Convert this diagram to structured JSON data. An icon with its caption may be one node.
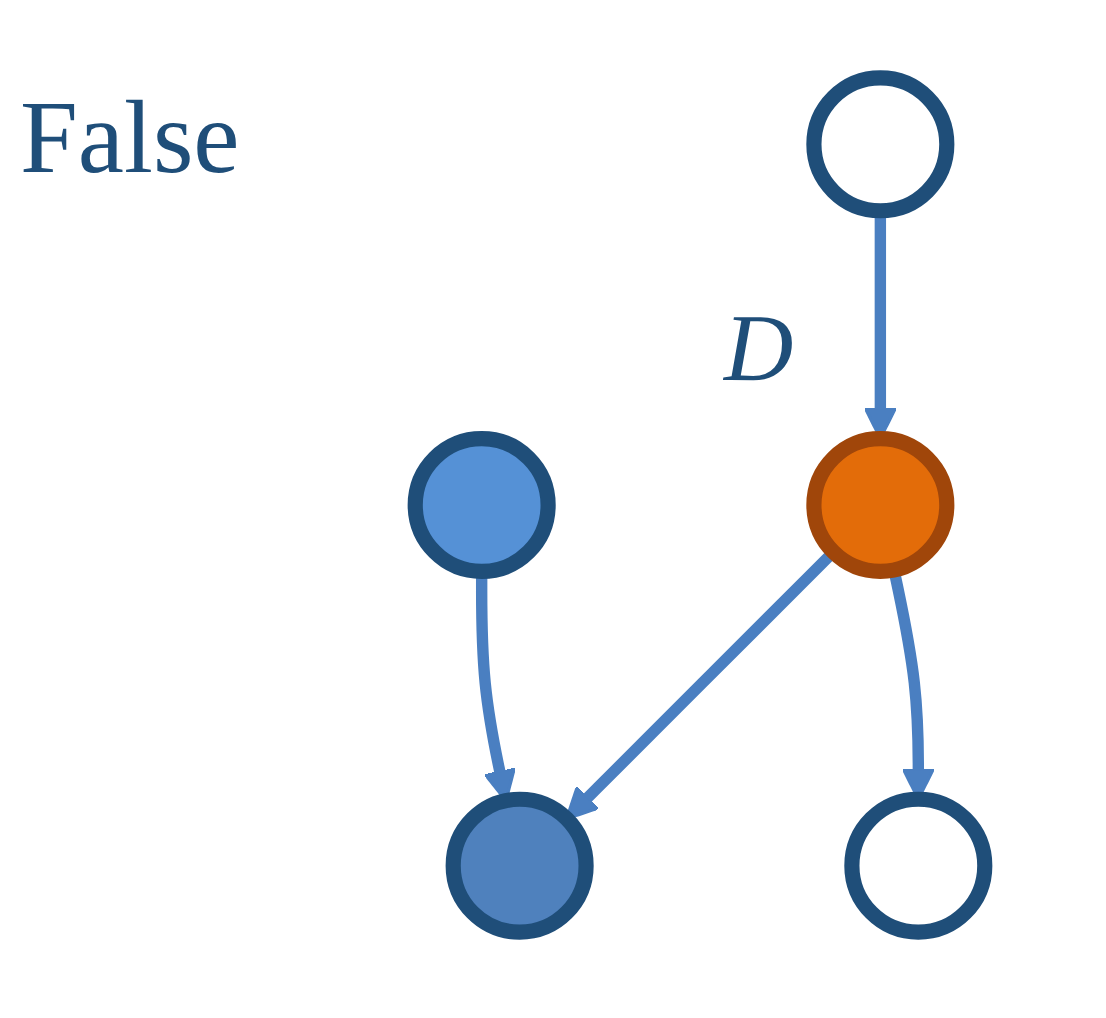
{
  "diagram": {
    "nodes": [
      {
        "text": [],
        "shape": "circle"
      },
      {
        "text": [],
        "shape": "circle"
      },
      {
        "text": [],
        "shape": "circle",
        "beside": [
          "D"
        ]
      },
      {
        "text": [],
        "shape": "circle"
      },
      {
        "text": [],
        "shape": "circle"
      }
    ],
    "edges": [
      {
        "from": 0,
        "to": 2,
        "arrow": "to"
      },
      {
        "from": 1,
        "to": 3,
        "arrow": "to"
      },
      {
        "from": 2,
        "to": 3,
        "arrow": "to"
      },
      {
        "from": 2,
        "to": 4,
        "arrow": "to"
      }
    ],
    "labels": [
      "False"
    ]
  }
}
